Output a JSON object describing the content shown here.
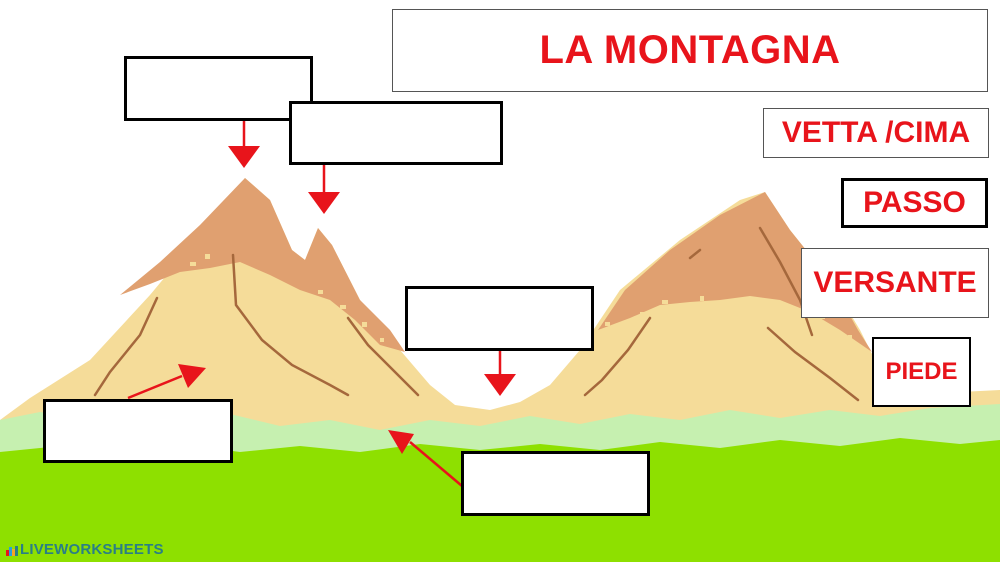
{
  "title": "LA MONTAGNA",
  "word_cards": [
    {
      "label": "VETTA /CIMA"
    },
    {
      "label": "PASSO"
    },
    {
      "label": "VERSANTE"
    },
    {
      "label": "PIEDE"
    }
  ],
  "brand": {
    "name": "LIVEWORKSHEETS",
    "logo_icon": "liveworksheets-logo-icon"
  },
  "colors": {
    "title_red": "#e8141b",
    "arrow_red": "#e8141b",
    "peak_brown": "#e0a070",
    "slope_sand": "#f5dc99",
    "grass_light": "#c6f0b0",
    "grass_green": "#8ee000",
    "ridge_line": "#a5683c"
  }
}
